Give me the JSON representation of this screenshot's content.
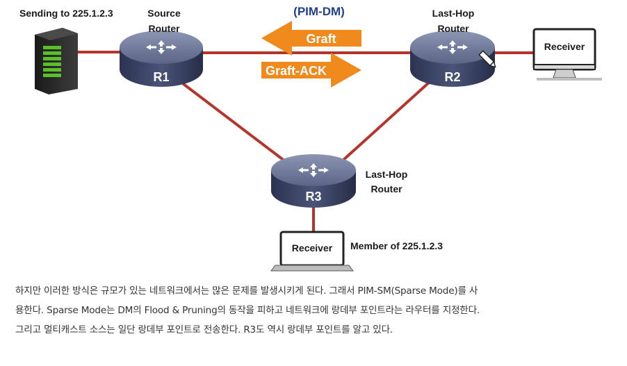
{
  "diagram": {
    "title": "(PIM-DM)",
    "source_label": "Sending to 225.1.2.3",
    "r1": {
      "name": "R1",
      "caption_line1": "Source",
      "caption_line2": "Router"
    },
    "r2": {
      "name": "R2",
      "caption_line1": "Last-Hop",
      "caption_line2": "Router"
    },
    "r3": {
      "name": "R3",
      "caption_line1": "Last-Hop",
      "caption_line2": "Router"
    },
    "arrow_graft": "Graft",
    "arrow_graft_ack": "Graft-ACK",
    "receiver_right": "Receiver",
    "receiver_bottom": "Receiver",
    "member_label": "Member of 225.1.2.3",
    "colors": {
      "link": "#b5352c",
      "arrow": "#f08a1c",
      "router_body": "#3a4466",
      "title": "#1f3f8f"
    }
  },
  "paragraph": {
    "line1": "하지만 이러한 방식은 규모가 있는 네트워크에서는 많은 문제를 발생시키게 된다. 그래서 PIM-SM(Sparse Mode)를 사",
    "line2": "용한다. Sparse Mode는 DM의 Flood & Pruning의 동작을 피하고 네트워크에 랑데부 포인트라는 라우터를 지정한다.",
    "line3": "그리고 멀티캐스트 소스는 일단 랑데부 포인트로 전송한다. R3도 역시 랑데부 포인트를 알고 있다."
  }
}
